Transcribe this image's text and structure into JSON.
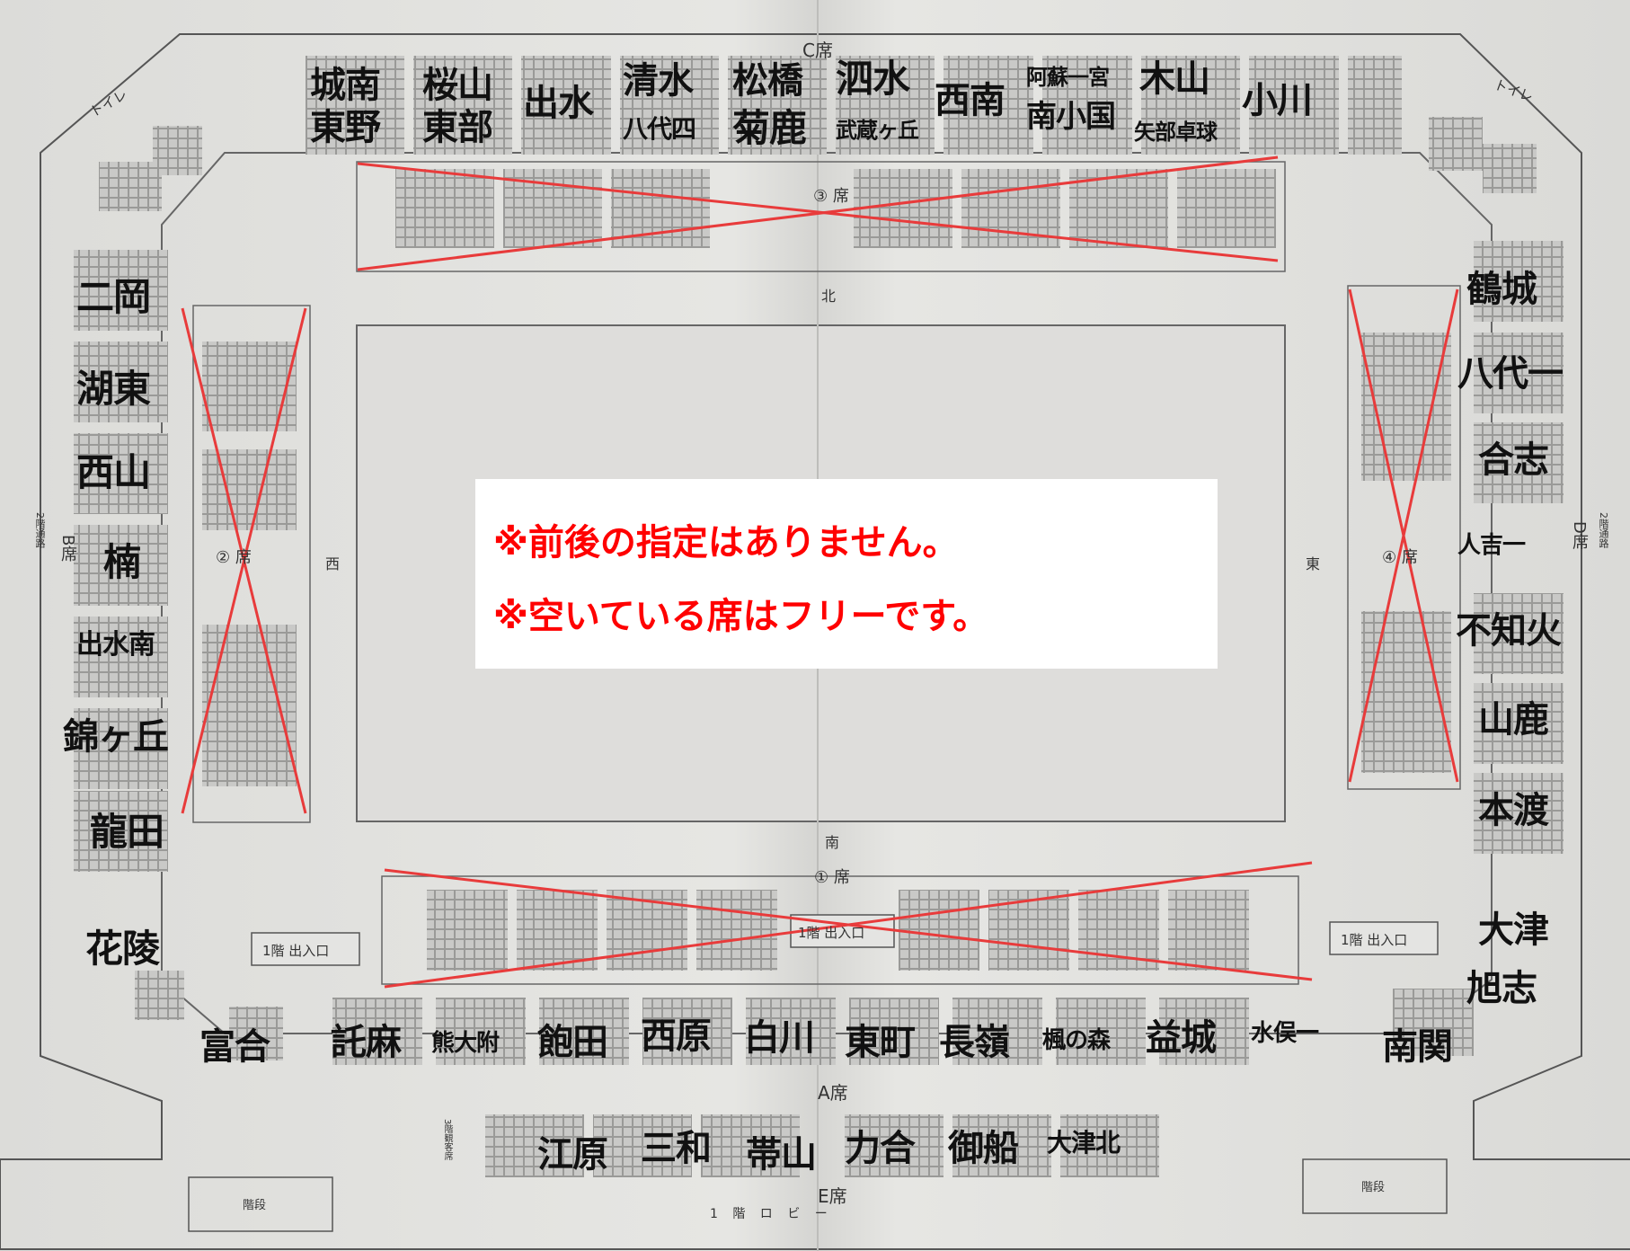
{
  "notice": [
    "※前後の指定はありません。",
    "※空いている席はフリーです。"
  ],
  "sections": {
    "C": "C席",
    "A": "A席",
    "E": "E席",
    "B": "B席",
    "D": "D席",
    "s1": "① 席",
    "s2": "② 席",
    "s3": "③ 席",
    "s4": "④ 席"
  },
  "directions": {
    "north": "北",
    "south": "南",
    "west": "西",
    "east": "東"
  },
  "facilities": {
    "toilet_left": "トイレ",
    "toilet_right": "トイレ",
    "entrance_left": "1階 出入口",
    "entrance_center": "1階 出入口",
    "entrance_right": "1階 出入口",
    "lobby": "1 階 ロ ビ ー",
    "passage_left": "2階通路",
    "passage_right": "2階通路",
    "gallery": "3階観客席",
    "stairs_left": "階段",
    "stairs_right": "階段"
  },
  "schools_top": [
    "城南",
    "東野",
    "桜山",
    "東部",
    "出水",
    "清水",
    "八代四",
    "松橋",
    "菊鹿",
    "泗水",
    "武蔵ヶ丘",
    "西南",
    "阿蘇一宮",
    "南小国",
    "木山",
    "矢部卓球",
    "小川"
  ],
  "schools_left": [
    "二岡",
    "湖東",
    "西山",
    "楠",
    "出水南",
    "錦ヶ丘",
    "龍田",
    "花陵"
  ],
  "schools_right": [
    "鶴城",
    "八代一",
    "合志",
    "人吉一",
    "不知火",
    "山鹿",
    "本渡",
    "大津",
    "旭志"
  ],
  "schools_bottom": [
    "富合",
    "託麻",
    "熊大附",
    "飽田",
    "西原",
    "白川",
    "東町",
    "長嶺",
    "楓の森",
    "益城",
    "水俣一",
    "南関"
  ],
  "schools_lowest": [
    "江原",
    "三和",
    "帯山",
    "力合",
    "御船",
    "大津北"
  ]
}
